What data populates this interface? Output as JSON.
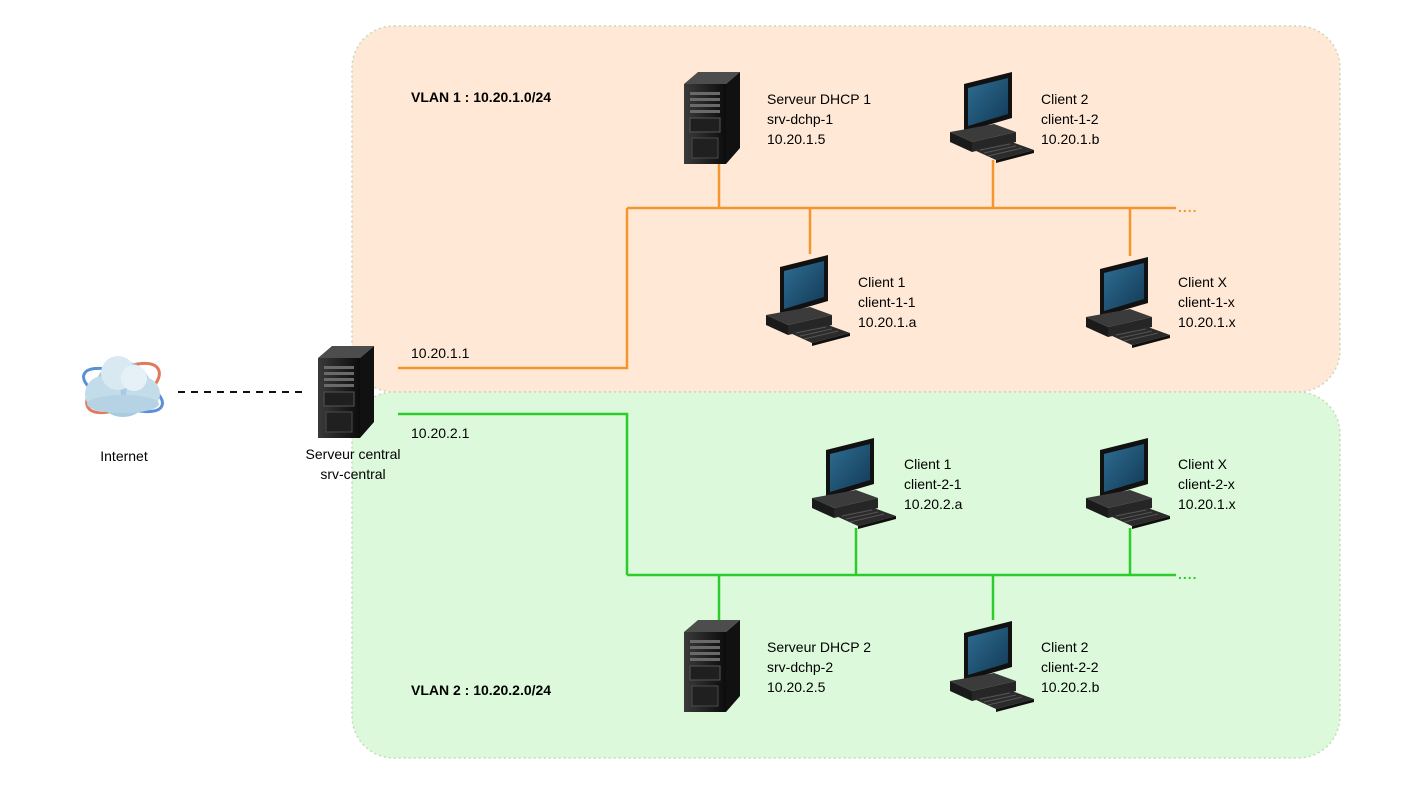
{
  "colors": {
    "vlan1_fill": "#ffe9d6",
    "vlan1_line": "#f5952e",
    "vlan2_fill": "#dcfadb",
    "vlan2_line": "#2ccc2c",
    "zone_border": "#c6d9b8"
  },
  "vlan1": {
    "title": "VLAN 1 : 10.20.1.0/24",
    "gateway_ip": "10.20.1.1",
    "continuation": "....",
    "dhcp": {
      "icon": "server-tower-icon",
      "name": "Serveur DHCP 1",
      "host": "srv-dchp-1",
      "ip": "10.20.1.5"
    },
    "client_a": {
      "icon": "desktop-computer-icon",
      "name": "Client 1",
      "host": "client-1-1",
      "ip": "10.20.1.a"
    },
    "client_b": {
      "icon": "desktop-computer-icon",
      "name": "Client 2",
      "host": "client-1-2",
      "ip": "10.20.1.b"
    },
    "client_x": {
      "icon": "desktop-computer-icon",
      "name": "Client X",
      "host": "client-1-x",
      "ip": "10.20.1.x"
    }
  },
  "vlan2": {
    "title": "VLAN 2 : 10.20.2.0/24",
    "gateway_ip": "10.20.2.1",
    "continuation": "....",
    "dhcp": {
      "icon": "server-tower-icon",
      "name": "Serveur DHCP 2",
      "host": "srv-dchp-2",
      "ip": "10.20.2.5"
    },
    "client_a": {
      "icon": "desktop-computer-icon",
      "name": "Client 1",
      "host": "client-2-1",
      "ip": "10.20.2.a"
    },
    "client_b": {
      "icon": "desktop-computer-icon",
      "name": "Client 2",
      "host": "client-2-2",
      "ip": "10.20.2.b"
    },
    "client_x": {
      "icon": "desktop-computer-icon",
      "name": "Client X",
      "host": "client-2-x",
      "ip": "10.20.1.x"
    }
  },
  "central": {
    "icon": "server-tower-icon",
    "name": "Serveur central",
    "host": "srv-central"
  },
  "internet": {
    "icon": "cloud-globe-icon",
    "label": "Internet"
  }
}
